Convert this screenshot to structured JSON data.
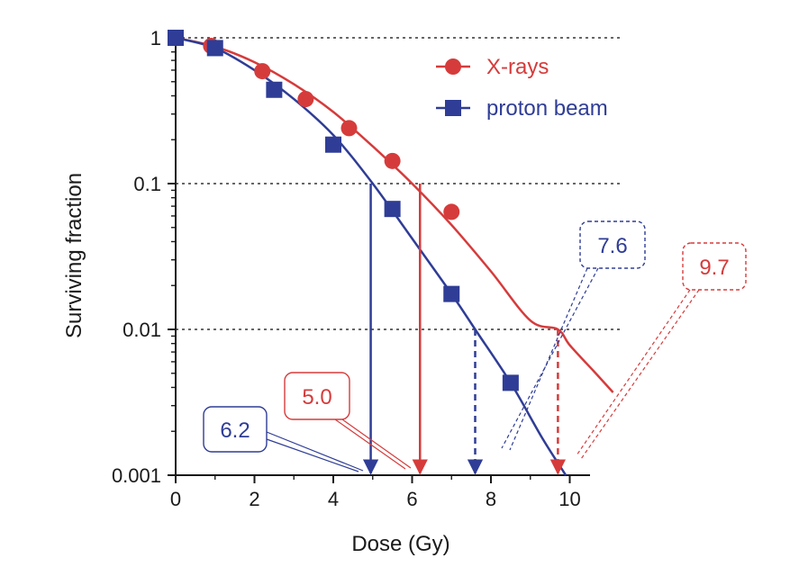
{
  "chart_data": {
    "type": "line",
    "title": "",
    "xlabel": "Dose (Gy)",
    "ylabel": "Surviving fraction",
    "xlim": [
      0,
      11
    ],
    "ylim": [
      0.001,
      1
    ],
    "y_scale": "log",
    "grid": "horizontal dotted at major ticks",
    "legend_position": "top-right",
    "x_ticks": [
      0,
      2,
      4,
      6,
      8,
      10
    ],
    "x_tick_labels": [
      "0",
      "2",
      "4",
      "6",
      "8",
      "10"
    ],
    "y_ticks": [
      1,
      0.1,
      0.01,
      0.001
    ],
    "y_tick_labels": [
      "1",
      "0.1",
      "0.01",
      "0.001"
    ],
    "series": [
      {
        "name": "X-rays",
        "color": "#d63b3b",
        "marker": "circle",
        "points": [
          {
            "x": 0,
            "y": 1
          },
          {
            "x": 0.9,
            "y": 0.88
          },
          {
            "x": 2.2,
            "y": 0.59
          },
          {
            "x": 3.3,
            "y": 0.38
          },
          {
            "x": 4.4,
            "y": 0.24
          },
          {
            "x": 5.5,
            "y": 0.143
          },
          {
            "x": 7.0,
            "y": 0.064
          }
        ],
        "fit_curve": [
          {
            "x": 0,
            "y": 1
          },
          {
            "x": 1,
            "y": 0.87
          },
          {
            "x": 2,
            "y": 0.68
          },
          {
            "x": 3,
            "y": 0.48
          },
          {
            "x": 4,
            "y": 0.31
          },
          {
            "x": 5,
            "y": 0.18
          },
          {
            "x": 6,
            "y": 0.1
          },
          {
            "x": 7,
            "y": 0.052
          },
          {
            "x": 8,
            "y": 0.025
          },
          {
            "x": 9,
            "y": 0.0115
          },
          {
            "x": 9.7,
            "y": 0.01
          },
          {
            "x": 10,
            "y": 0.0078
          },
          {
            "x": 10.6,
            "y": 0.0052
          },
          {
            "x": 11.1,
            "y": 0.0037
          }
        ]
      },
      {
        "name": "proton beam",
        "color": "#2f3d96",
        "marker": "square",
        "points": [
          {
            "x": 0,
            "y": 1
          },
          {
            "x": 1,
            "y": 0.85
          },
          {
            "x": 2.5,
            "y": 0.44
          },
          {
            "x": 4,
            "y": 0.185
          },
          {
            "x": 5.5,
            "y": 0.067
          },
          {
            "x": 7,
            "y": 0.0175
          },
          {
            "x": 8.5,
            "y": 0.0043
          }
        ],
        "fit_curve": [
          {
            "x": 0,
            "y": 1
          },
          {
            "x": 1,
            "y": 0.85
          },
          {
            "x": 2,
            "y": 0.6
          },
          {
            "x": 3,
            "y": 0.38
          },
          {
            "x": 4,
            "y": 0.215
          },
          {
            "x": 5,
            "y": 0.1
          },
          {
            "x": 6,
            "y": 0.042
          },
          {
            "x": 7,
            "y": 0.0175
          },
          {
            "x": 7.6,
            "y": 0.01
          },
          {
            "x": 8.5,
            "y": 0.0043
          },
          {
            "x": 9.3,
            "y": 0.0018
          },
          {
            "x": 9.9,
            "y": 0.001
          }
        ]
      }
    ],
    "annotations": [
      {
        "series": "proton beam",
        "label": "6.2",
        "x": 4.95,
        "at_y": 0.1,
        "line_style": "solid",
        "label_color": "#2f3d96"
      },
      {
        "series": "X-rays",
        "label": "5.0",
        "x": 6.2,
        "at_y": 0.1,
        "line_style": "solid",
        "label_color": "#d63b3b"
      },
      {
        "series": "proton beam",
        "label": "7.6",
        "x": 7.6,
        "at_y": 0.01,
        "line_style": "dashed",
        "label_color": "#2f3d96"
      },
      {
        "series": "X-rays",
        "label": "9.7",
        "x": 9.7,
        "at_y": 0.01,
        "line_style": "dashed",
        "label_color": "#d63b3b"
      }
    ]
  }
}
